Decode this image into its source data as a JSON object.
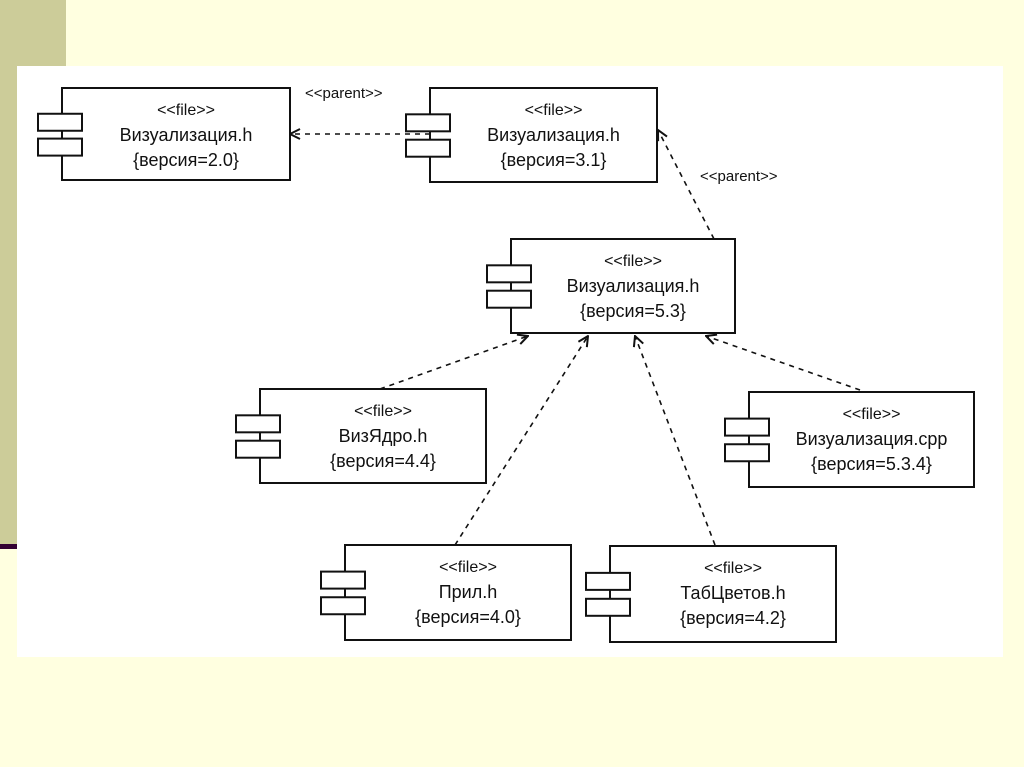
{
  "diagram": {
    "type": "uml-component-diagram",
    "components": [
      {
        "id": "viz20",
        "stereotype": "<<file>>",
        "name": "Визуализация.h",
        "version": "{версия=2.0}"
      },
      {
        "id": "viz31",
        "stereotype": "<<file>>",
        "name": "Визуализация.h",
        "version": "{версия=3.1}"
      },
      {
        "id": "viz53",
        "stereotype": "<<file>>",
        "name": "Визуализация.h",
        "version": "{версия=5.3}"
      },
      {
        "id": "vizcore",
        "stereotype": "<<file>>",
        "name": "ВизЯдро.h",
        "version": "{версия=4.4}"
      },
      {
        "id": "vizcpp",
        "stereotype": "<<file>>",
        "name": "Визуализация.cpp",
        "version": "{версия=5.3.4}"
      },
      {
        "id": "app",
        "stereotype": "<<file>>",
        "name": "Прил.h",
        "version": "{версия=4.0}"
      },
      {
        "id": "colortab",
        "stereotype": "<<file>>",
        "name": "ТабЦветов.h",
        "version": "{версия=4.2}"
      }
    ],
    "dependencies": [
      {
        "from": "viz31",
        "to": "viz20",
        "label": "<<parent>>"
      },
      {
        "from": "viz53",
        "to": "viz31",
        "label": "<<parent>>"
      },
      {
        "from": "vizcore",
        "to": "viz53",
        "label": ""
      },
      {
        "from": "app",
        "to": "viz53",
        "label": ""
      },
      {
        "from": "colortab",
        "to": "viz53",
        "label": ""
      },
      {
        "from": "vizcpp",
        "to": "viz53",
        "label": ""
      }
    ]
  },
  "colors": {
    "background": "#FFFFE0",
    "olive": "#CCCC99",
    "accent": "#330033",
    "ink": "#111111"
  }
}
